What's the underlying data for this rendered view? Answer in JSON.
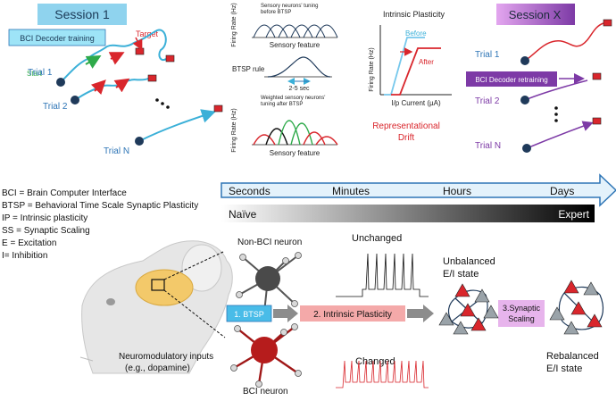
{
  "session1": {
    "title": "Session 1",
    "decoder_box": "BCI Decoder training",
    "target": "Target",
    "start": "Start",
    "trial1": "Trial 1",
    "trial2": "Trial 2",
    "trialN": "Trial N"
  },
  "btsp_panel": {
    "axis_label": "Firing Rate (Hz)",
    "before_caption_1": "Sensory neurons' tuning",
    "before_caption_2": "before BTSP",
    "sensory_feature": "Sensory feature",
    "rule_label": "BTSP rule",
    "interval": "2-5 sec",
    "after_caption_1": "Weighted sensory neurons'",
    "after_caption_2": "tuning after BTSP",
    "sensory_feature_2": "Sensory feature"
  },
  "ip_panel": {
    "title": "Intrinsic Plasticity",
    "ylabel": "Firing Rate (Hz)",
    "xlabel": "I/p Current (µA)",
    "before": "Before",
    "after": "After",
    "drift_1": "Representational",
    "drift_2": "Drift"
  },
  "sessionX": {
    "title": "Session X",
    "decoder_box": "BCI Decoder retraining",
    "trial1": "Trial 1",
    "trial2": "Trial 2",
    "trialN": "Trial N"
  },
  "legend": [
    "BCI = Brain Computer Interface",
    "BTSP = Behavioral Time Scale Synaptic Plasticity",
    "IP = Intrinsic plasticity",
    "SS = Synaptic Scaling",
    "E = Excitation",
    "I= Inhibition"
  ],
  "timeline": {
    "labels": [
      "Seconds",
      "Minutes",
      "Hours",
      "Days"
    ],
    "naive": "Naïve",
    "expert": "Expert"
  },
  "neurons": {
    "non_bci": "Non-BCI neuron",
    "bci": "BCI neuron",
    "unchanged": "Unchanged",
    "changed": "Changed",
    "neuromod_1": "Neuromodulatory inputs",
    "neuromod_2": "(e.g., dopamine)"
  },
  "flow": {
    "step1": "1. BTSP",
    "step2": "2. Intrinsic Plasticity",
    "step3_1": "3.Synaptic",
    "step3_2": "Scaling",
    "unbalanced_1": "Unbalanced",
    "unbalanced_2": "E/I state",
    "rebalanced_1": "Rebalanced",
    "rebalanced_2": "E/I state"
  },
  "colors": {
    "session_box": "#8fd3ee",
    "decoder_box": "#9ee4f7",
    "timeline_fill": "#e4f2fb",
    "timeline_stroke": "#2e75b6",
    "flow_step1": "#49bce8",
    "flow_step2": "#f4a9a9",
    "flow_step3": "#e7b4ec",
    "excitatory": "#d9262c",
    "inhibitory": "#9aa3a9",
    "trajectory": "#3bb0d8",
    "retrain_trajectory": "#7d3aa6"
  }
}
